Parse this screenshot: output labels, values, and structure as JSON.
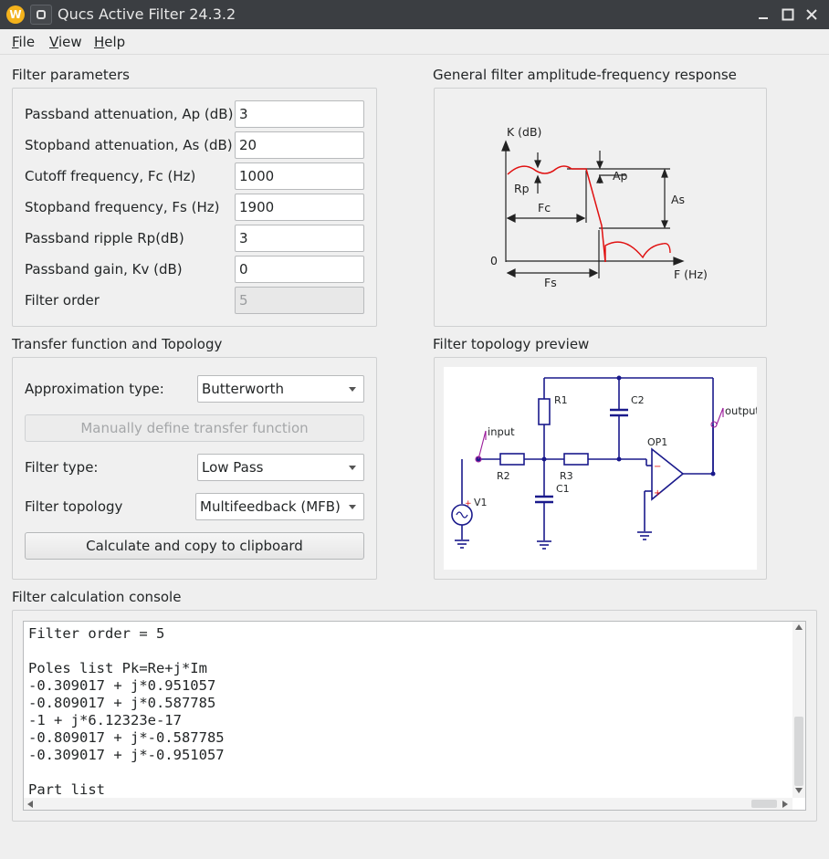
{
  "window": {
    "title": "Qucs Active Filter 24.3.2",
    "app_icon_letter": "W"
  },
  "menu": {
    "file": "File",
    "view": "View",
    "help": "Help"
  },
  "filter_parameters": {
    "title": "Filter parameters",
    "rows": [
      {
        "label": "Passband attenuation, Ap (dB)",
        "value": "3"
      },
      {
        "label": "Stopband attenuation, As (dB)",
        "value": "20"
      },
      {
        "label": "Cutoff frequency, Fc (Hz)",
        "value": "1000"
      },
      {
        "label": "Stopband frequency, Fs (Hz)",
        "value": "1900"
      },
      {
        "label": "Passband ripple Rp(dB)",
        "value": "3"
      },
      {
        "label": "Passband gain, Kv (dB)",
        "value": "0"
      },
      {
        "label": "Filter order",
        "value": "5"
      }
    ]
  },
  "response": {
    "title": "General filter amplitude-frequency response",
    "k_label": "K (dB)",
    "f_label": "F (Hz)",
    "zero": "0",
    "rp": "Rp",
    "ap": "Ap",
    "as": "As",
    "fc": "Fc",
    "fs": "Fs"
  },
  "transfer": {
    "title": "Transfer function and Topology",
    "approx_label": "Approximation type:",
    "approx_value": "Butterworth",
    "manual_button": "Manually define transfer function",
    "type_label": "Filter type:",
    "type_value": "Low Pass",
    "topology_label": "Filter topology",
    "topology_value": "Multifeedback (MFB)",
    "calc_button": "Calculate and copy to clipboard"
  },
  "topology": {
    "title": "Filter topology preview",
    "labels": {
      "r1": "R1",
      "r2": "R2",
      "r3": "R3",
      "c1": "C1",
      "c2": "C2",
      "op1": "OP1",
      "v1": "V1",
      "input": "input",
      "output": "output"
    }
  },
  "console": {
    "title": "Filter calculation console",
    "text": "Filter order = 5\n\nPoles list Pk=Re+j*Im\n-0.309017 + j*0.951057\n-0.809017 + j*0.587785\n-1 + j*6.12323e-17\n-0.809017 + j*-0.587785\n-0.309017 + j*-0.951057\n\nPart list"
  },
  "colors": {
    "titlebar": "#3b3e42",
    "accent_red": "#e01010",
    "wire": "#1a1a8c",
    "label_purple": "#7a1a7a",
    "app_icon": "#f3b21c"
  }
}
